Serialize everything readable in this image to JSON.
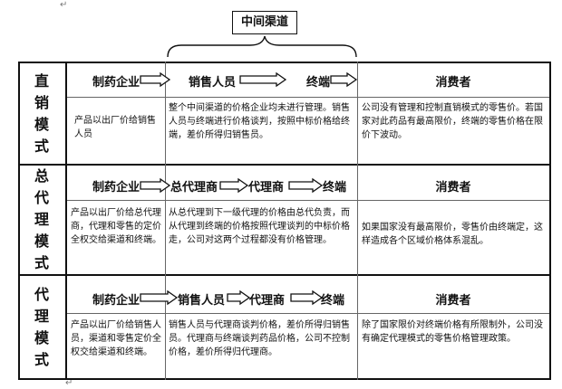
{
  "channel_label": "中间渠道",
  "rows": [
    {
      "mode_chars": [
        "直",
        "销",
        "模",
        "式"
      ],
      "flow": [
        "制药企业",
        "销售人员",
        "终端"
      ],
      "consumer": "消费者",
      "desc_left": "产品以出厂价给销售人员",
      "desc_mid": "整个中间渠道的价格企业均未进行管理。销售人员与终端进行价格谈判，按照中标价格给终端，差价所得归销售员。",
      "desc_right": "公司没有管理和控制直销模式的零售价。若国家对此药品有最高限价，终端的零售价格在限价下波动。"
    },
    {
      "mode_chars": [
        "总",
        "代",
        "理",
        "模",
        "式"
      ],
      "flow": [
        "制药企业",
        "总代理商",
        "代理商",
        "终端"
      ],
      "consumer": "消费者",
      "desc_left": "产品以出厂价给总代理商，代理和零售的定价全权交给渠道和终端。",
      "desc_mid": "从总代理到下一级代理的价格由总代负责，而从代理到终端的价格按照代理谈判的中标价格走，公司对这两个过程都没有价格管理。",
      "desc_right": "如果国家没有最高限价，零售价由终端定，这样造成各个区域价格体系混乱。"
    },
    {
      "mode_chars": [
        "代",
        "理",
        "模",
        "式"
      ],
      "flow": [
        "制药企业",
        "销售人员",
        "代理商",
        "终端"
      ],
      "consumer": "消费者",
      "desc_left": "产品以出厂价给销售人员，渠道和零售定价全权交给渠道和终端。",
      "desc_mid": "销售人员与代理商谈判价格，差价所得归销售员。代理商与终端谈判药品价格，公司不控制价格，差价所得归代理商。",
      "desc_right": "除了国家限价对终端价格有所限制外，公司没有确定代理模式的零售价格管理政策。"
    }
  ]
}
